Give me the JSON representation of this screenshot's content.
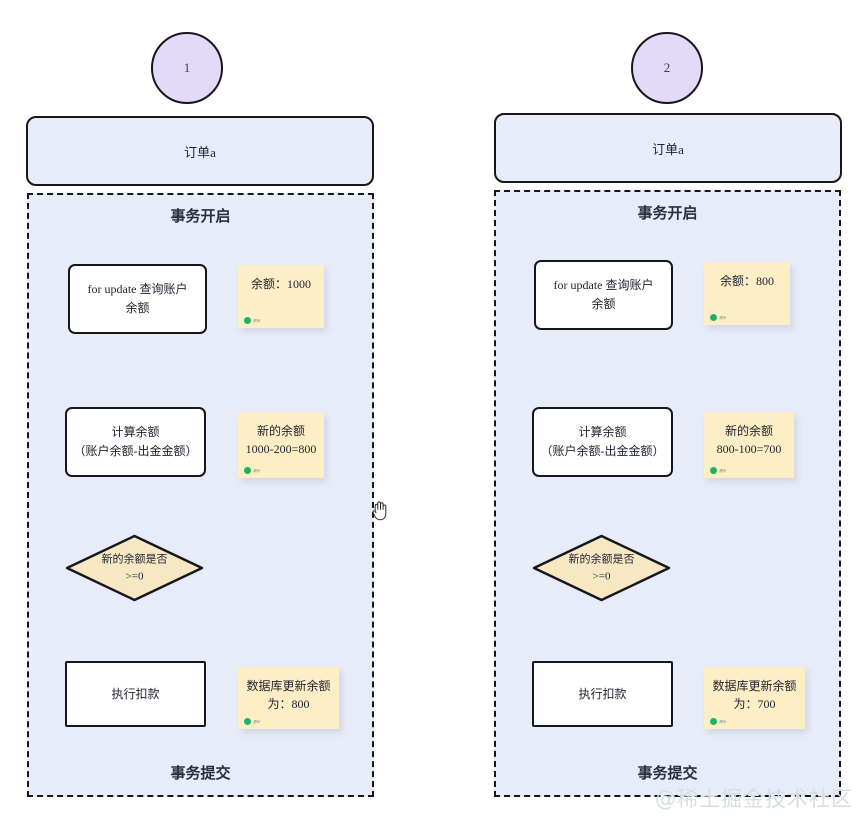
{
  "page": {
    "watermark": "@稀土掘金技术社区",
    "cursor_icon": "grab-hand-cursor",
    "colors": {
      "panel_fill": "#e8ecf8",
      "start_circle_fill": "#e3daf8",
      "note_fill": "#fdeec6",
      "diamond_fill": "#f7e8c3",
      "stroke": "#16161d",
      "badge_green": "#18b368",
      "watermark": "#d8dce6"
    }
  },
  "panels": [
    {
      "id": "panel-1",
      "start_label": "1",
      "order_label": "订单a",
      "txn_begin_label": "事务开启",
      "txn_commit_label": "事务提交",
      "steps": [
        {
          "key": "query",
          "box_lines": [
            "for update 查询账户",
            "余额"
          ],
          "note_lines": [
            "余额：1000"
          ],
          "note_badge": "掘金"
        },
        {
          "key": "calc",
          "box_lines": [
            "计算余额",
            "（账户余额-出金金额）"
          ],
          "note_lines": [
            "新的余额",
            "1000-200=800"
          ],
          "note_badge": "掘金"
        },
        {
          "key": "decision",
          "box_lines": [
            "新的余额是否",
            ">=0"
          ],
          "note_lines": [],
          "note_badge": ""
        },
        {
          "key": "deduct",
          "box_lines": [
            "执行扣款"
          ],
          "note_lines": [
            "数据库更新余额",
            "为：800"
          ],
          "note_badge": "掘金"
        }
      ]
    },
    {
      "id": "panel-2",
      "start_label": "2",
      "order_label": "订单a",
      "txn_begin_label": "事务开启",
      "txn_commit_label": "事务提交",
      "steps": [
        {
          "key": "query",
          "box_lines": [
            "for update 查询账户",
            "余额"
          ],
          "note_lines": [
            "余额：800"
          ],
          "note_badge": "掘金"
        },
        {
          "key": "calc",
          "box_lines": [
            "计算余额",
            "（账户余额-出金金额）"
          ],
          "note_lines": [
            "新的余额",
            "800-100=700"
          ],
          "note_badge": "掘金"
        },
        {
          "key": "decision",
          "box_lines": [
            "新的余额是否",
            ">=0"
          ],
          "note_lines": [],
          "note_badge": ""
        },
        {
          "key": "deduct",
          "box_lines": [
            "执行扣款"
          ],
          "note_lines": [
            "数据库更新余额",
            "为：700"
          ],
          "note_badge": "掘金"
        }
      ]
    }
  ]
}
